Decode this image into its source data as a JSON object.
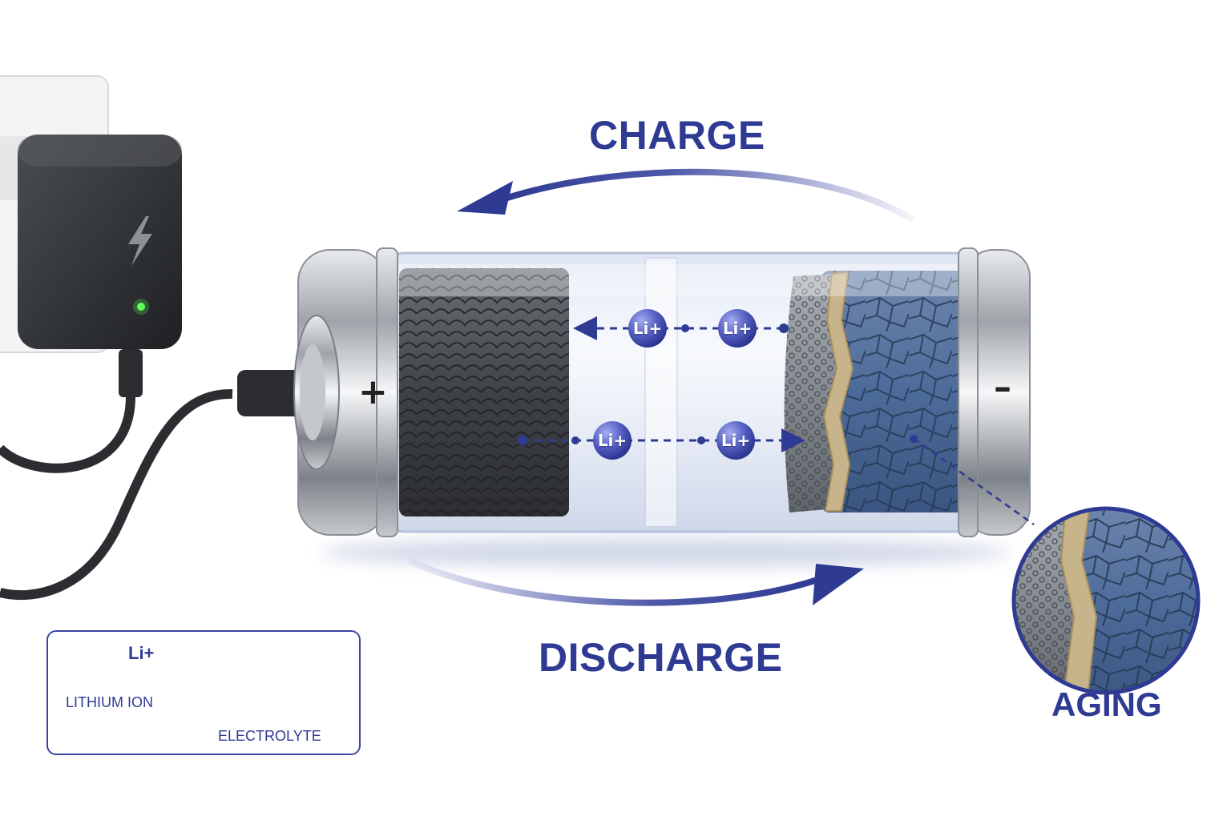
{
  "labels": {
    "charge": "CHARGE",
    "discharge": "DISCHARGE",
    "aging": "AGING"
  },
  "battery": {
    "positive_sign": "+",
    "negative_sign": "–",
    "ion_symbol": "Li+"
  },
  "legend": {
    "ion_label": "Li+",
    "ion_name": "LITHIUM ION",
    "electrolyte_name": "ELECTROLYTE"
  },
  "colors": {
    "accent": "#2f3a93",
    "ion": "#5560c4",
    "charger_body": "#2b2d30",
    "status_led": "#5dff5d",
    "anode": "#4a4d52",
    "cathode": "#4d6b9a",
    "sei_layer": "#c8b48a"
  },
  "icons": {
    "charger_bolt": "lightning-bolt-icon",
    "plug_connector": "usb-c-plug"
  }
}
